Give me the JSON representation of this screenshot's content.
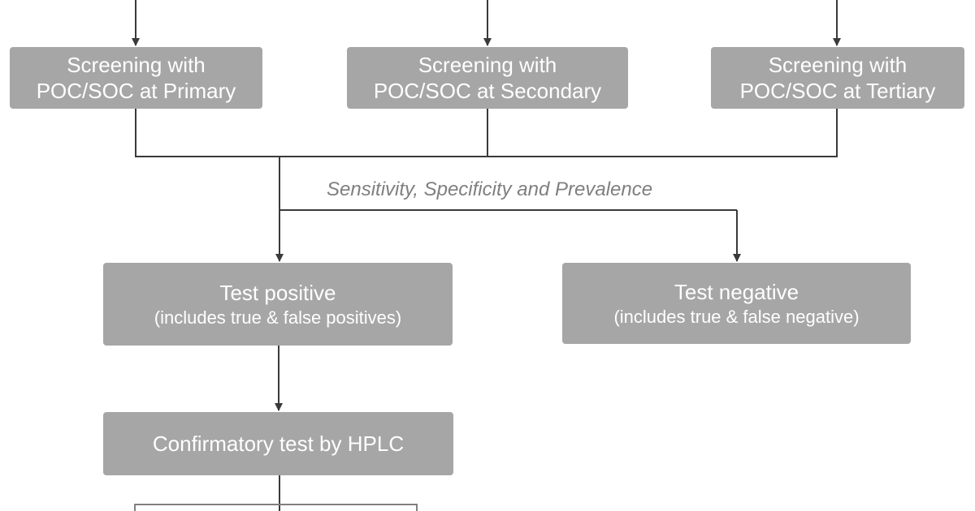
{
  "colors": {
    "box_fill": "#a6a6a6",
    "box_text": "#ffffff",
    "connector": "#3a3a3a",
    "outline": "#808080",
    "label_text": "#7f7f7f"
  },
  "screening": {
    "primary": {
      "line1": "Screening with",
      "line2": "POC/SOC at Primary"
    },
    "secondary": {
      "line1": "Screening with",
      "line2": "POC/SOC at Secondary"
    },
    "tertiary": {
      "line1": "Screening with",
      "line2": "POC/SOC at Tertiary"
    }
  },
  "split_label": "Sensitivity, Specificity and Prevalence",
  "outcomes": {
    "positive": {
      "title": "Test positive",
      "detail": "(includes true & false positives)"
    },
    "negative": {
      "title": "Test negative",
      "detail": "(includes true & false negative)"
    }
  },
  "confirmatory": {
    "label": "Confirmatory test by HPLC"
  }
}
